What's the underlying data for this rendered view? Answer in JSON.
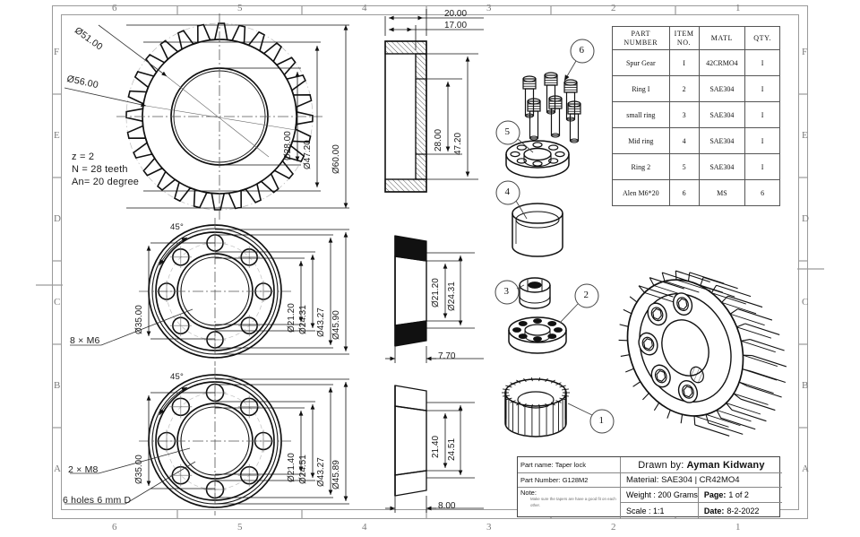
{
  "sheet": {
    "zones_top": [
      "6",
      "5",
      "4",
      "3",
      "2",
      "1"
    ],
    "zones_bottom": [
      "6",
      "5",
      "4",
      "3",
      "2",
      "1"
    ],
    "zones_left": [
      "F",
      "E",
      "D",
      "C",
      "B",
      "A"
    ],
    "zones_right": [
      "F",
      "E",
      "D",
      "C",
      "B",
      "A"
    ]
  },
  "parts_list": {
    "headers": [
      "PART NUMBER",
      "ITEM NO.",
      "MATL",
      "QTY."
    ],
    "header_pn_line1": "PART",
    "header_pn_line2": "NUMBER",
    "header_item_line1": "ITEM",
    "header_item_line2": "NO.",
    "header_matl": "MATL",
    "header_qty": "QTY.",
    "rows": [
      {
        "part_number": "Spur Gear",
        "item_no": "I",
        "matl": "42CRMO4",
        "qty": "I"
      },
      {
        "part_number": "Ring I",
        "item_no": "2",
        "matl": "SAE304",
        "qty": "I"
      },
      {
        "part_number": "small ring",
        "item_no": "3",
        "matl": "SAE304",
        "qty": "I"
      },
      {
        "part_number": "Mid ring",
        "item_no": "4",
        "matl": "SAE304",
        "qty": "I"
      },
      {
        "part_number": "Ring 2",
        "item_no": "5",
        "matl": "SAE304",
        "qty": "I"
      },
      {
        "part_number": "Alen M6*20",
        "item_no": "6",
        "matl": "MS",
        "qty": "6"
      }
    ]
  },
  "title_block": {
    "part_name_label": "Part name:",
    "part_name_value": "Taper lock",
    "part_number_label": "Part Number:",
    "part_number_value": "G128M2",
    "note_label": "Note:",
    "note_text": "Make sure the tapers are have a good fit on each other.",
    "drawn_by_label": "Drawn by:",
    "drawn_by_value": "Ayman Kidwany",
    "material_line": "Material: SAE304  |  CR42MO4",
    "weight_line": "Weight  : 200 Grams",
    "page_label": "Page:",
    "page_value": "1  of  2",
    "scale_line": "Scale      :     1:1",
    "date_label": "Date:",
    "date_value": "8-2-2022"
  },
  "gear_spec": {
    "line1": "z  = 2",
    "line2": "N  = 28 teeth",
    "line3": "An= 20 degree"
  },
  "views": {
    "gear_front": {
      "leader_51": "Ø51.00",
      "leader_56": "Ø56.00",
      "dim_28": "Ø28.00",
      "dim_47_20": "Ø47.20",
      "dim_60": "Ø60.00"
    },
    "gear_section": {
      "dim_20": "20.00",
      "dim_17": "17.00",
      "dim_28": "28.00",
      "dim_47_20": "47.20"
    },
    "ring1_front": {
      "angle": "45°",
      "dim_35": "Ø35.00",
      "dim_21_20": "Ø21.20",
      "dim_24_31": "Ø24.31",
      "dim_43_27": "Ø43.27",
      "dim_45_90": "Ø45.90",
      "note_holes": "8 × M6"
    },
    "ring1_section": {
      "dim_21_20": "Ø21.20",
      "dim_24_31": "Ø24.31",
      "dim_7_70": "7.70"
    },
    "ring2_front": {
      "angle": "45°",
      "dim_35": "Ø35.00",
      "dim_21_40": "Ø21.40",
      "dim_24_51": "Ø24.51",
      "dim_43_27": "Ø43.27",
      "dim_45_89": "Ø45.89",
      "note_m8": "2 × M8",
      "note_holes": "6 holes 6 mm D"
    },
    "ring2_section": {
      "dim_21_40": "21.40",
      "dim_24_51": "24.51",
      "dim_8_00": "8.00"
    }
  },
  "balloons": [
    {
      "id": "b6",
      "label": "6"
    },
    {
      "id": "b5",
      "label": "5"
    },
    {
      "id": "b4",
      "label": "4"
    },
    {
      "id": "b3",
      "label": "3"
    },
    {
      "id": "b2",
      "label": "2"
    },
    {
      "id": "b1",
      "label": "1"
    }
  ]
}
